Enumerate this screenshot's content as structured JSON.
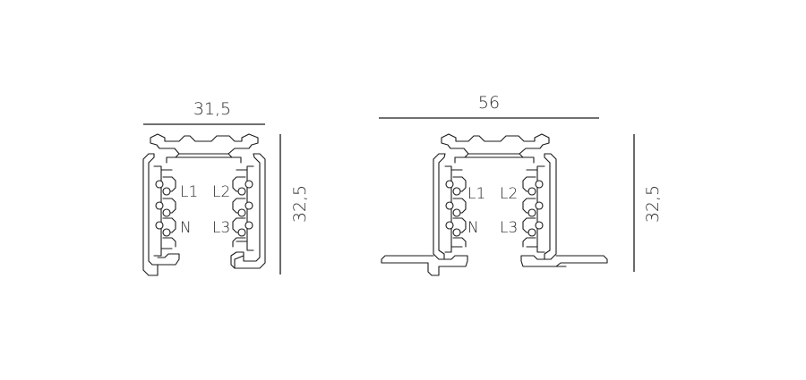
{
  "diagrams": [
    {
      "width_label": "31,5",
      "height_label": "32,5",
      "conductor_labels": [
        "L1",
        "L2",
        "N",
        "L3"
      ]
    },
    {
      "width_label": "56",
      "height_label": "32,5",
      "conductor_labels": [
        "L1",
        "L2",
        "N",
        "L3"
      ]
    }
  ],
  "colors": {
    "line": "#1a1a1a",
    "text": "#2b2b2b",
    "background": "#ffffff"
  }
}
